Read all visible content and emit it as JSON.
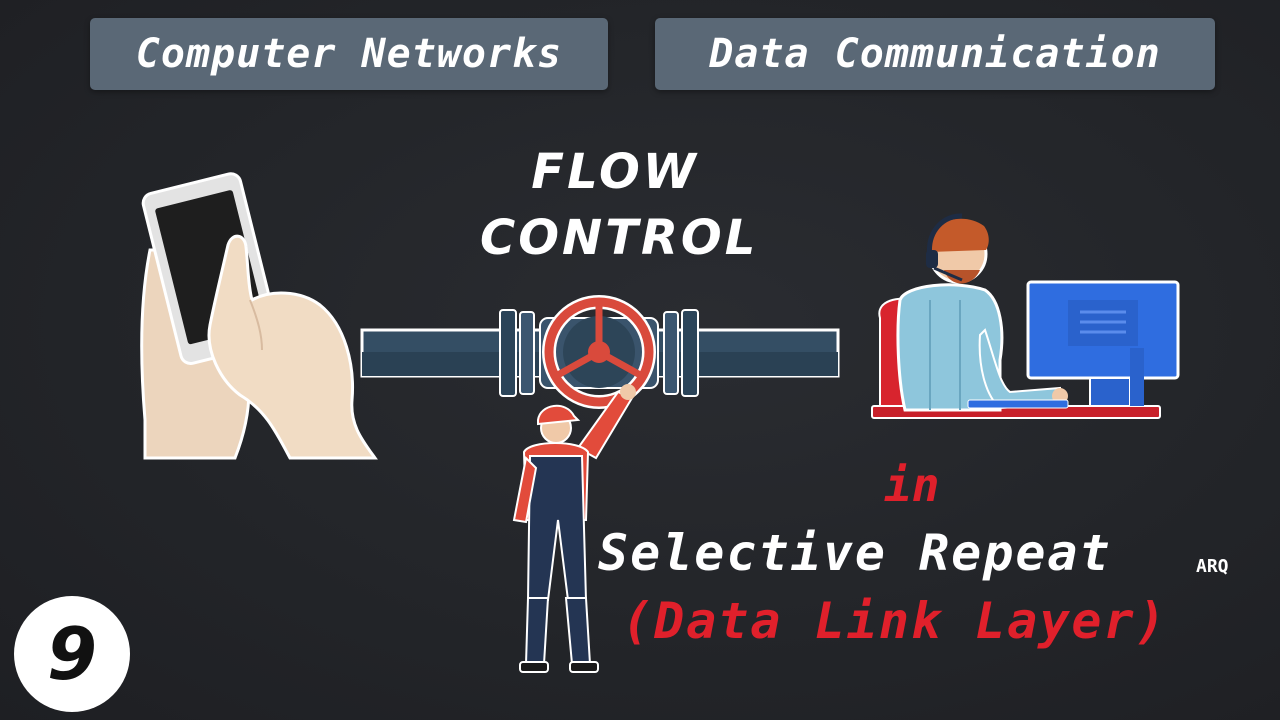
{
  "header": {
    "left_tag": "Computer Networks",
    "right_tag": "Data Communication"
  },
  "title": {
    "line1": "FLOW",
    "line2": "CONTROL"
  },
  "subtitle": {
    "in": "in",
    "protocol": "Selective Repeat",
    "suffix": "ARQ",
    "layer": "(Data Link Layer)"
  },
  "badge": {
    "number": "9"
  },
  "colors": {
    "background": "#222429",
    "tag_bg": "#5a6876",
    "accent_red": "#e0202b",
    "pipe": "#344e64",
    "valve": "#d94a3c",
    "monitor": "#2f6de0"
  },
  "icons": {
    "sender": "hand-holding-phone-icon",
    "pipe": "pipe-with-valve-icon",
    "worker": "worker-turning-valve-icon",
    "receiver": "person-at-computer-icon"
  }
}
